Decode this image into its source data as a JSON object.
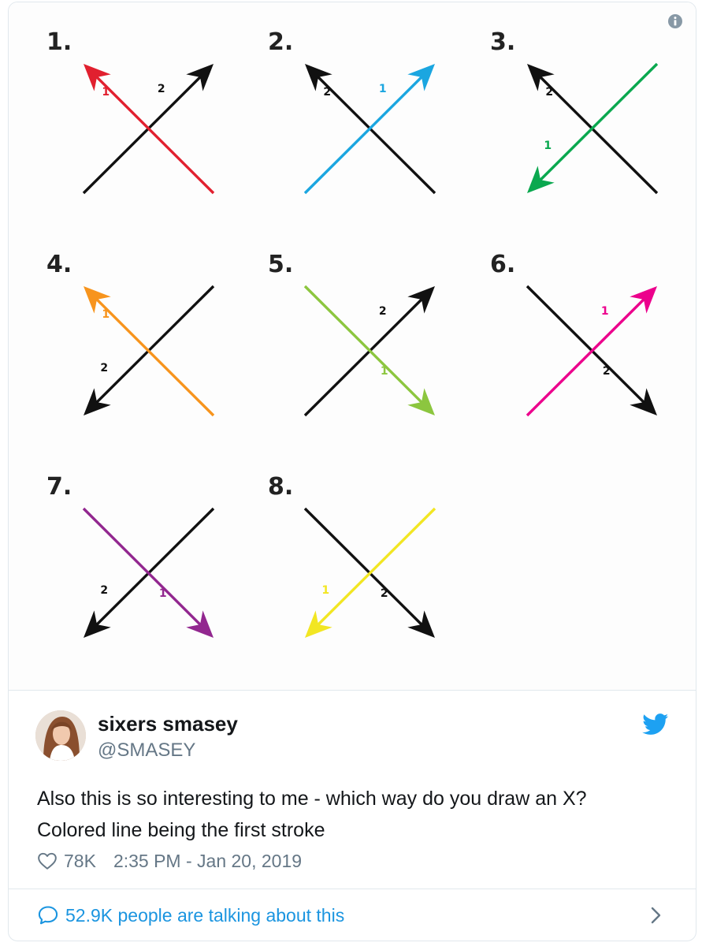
{
  "media": {
    "accent_black": "#111111",
    "diagrams": [
      {
        "label": "1.",
        "color": "#e1202f",
        "first": "1",
        "second": "2"
      },
      {
        "label": "2.",
        "color": "#1ba6e0",
        "first": "1",
        "second": "2"
      },
      {
        "label": "3.",
        "color": "#0aa84f",
        "first": "1",
        "second": "2"
      },
      {
        "label": "4.",
        "color": "#f7941d",
        "first": "1",
        "second": "2"
      },
      {
        "label": "5.",
        "color": "#8cc63f",
        "first": "1",
        "second": "2"
      },
      {
        "label": "6.",
        "color": "#ec008c",
        "first": "1",
        "second": "2"
      },
      {
        "label": "7.",
        "color": "#92278f",
        "first": "1",
        "second": "2"
      },
      {
        "label": "8.",
        "color": "#f2e623",
        "first": "1",
        "second": "2"
      }
    ]
  },
  "author": {
    "display_name": "sixers smasey",
    "handle": "@SMASEY"
  },
  "tweet": {
    "text_line1": "Also this is so interesting to me - which way do you draw an X?",
    "text_line2": "Colored line being the first stroke",
    "likes": "78K",
    "timestamp": "2:35 PM - Jan 20, 2019"
  },
  "footer": {
    "conversation_text": "52.9K people are talking about this"
  },
  "colors": {
    "twitter_blue": "#1da1f2",
    "link_blue": "#1b95e0",
    "muted": "#657786",
    "border": "#e1e8ed"
  }
}
